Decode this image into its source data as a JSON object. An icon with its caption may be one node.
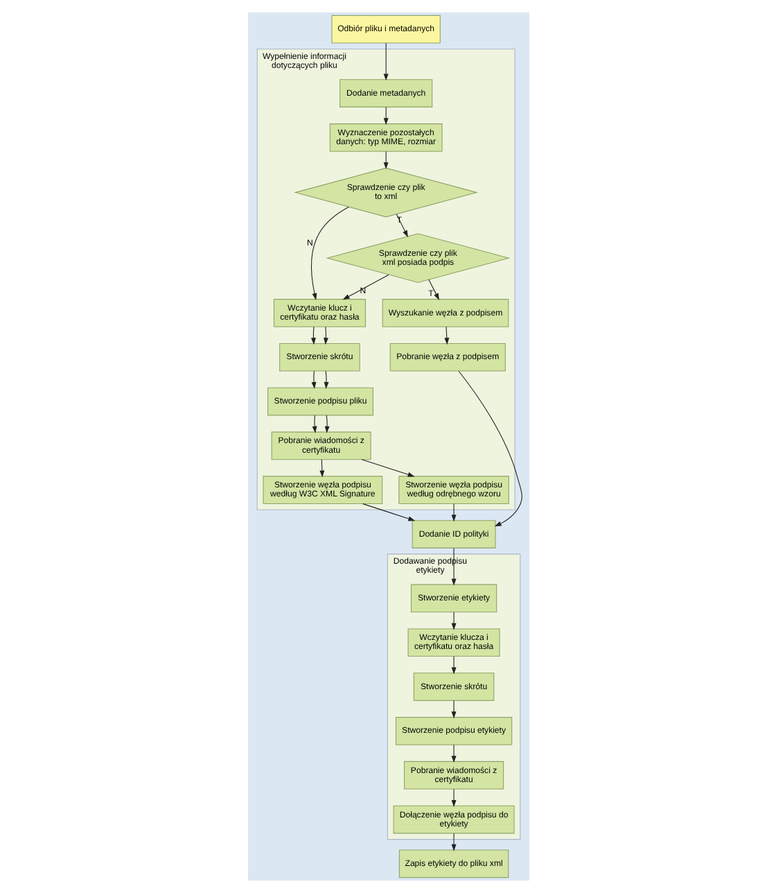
{
  "diagram": {
    "nodes": [
      {
        "text": [
          "Odbiór pliku i metadanych"
        ]
      },
      {
        "text": [
          "Wypełnienie informacji dotyczących pliku"
        ]
      },
      {
        "text": [
          "Dodanie metadanych"
        ],
        "in": 1
      },
      {
        "text": [
          "Wyznaczenie pozostałych danych: typ MIME, rozmiar"
        ],
        "in": 1
      },
      {
        "text": [
          "Sprawdzenie czy plik to xml"
        ],
        "in": 1
      },
      {
        "text": [
          "Sprawdzenie czy plik xml posiada podpis"
        ],
        "in": 1
      },
      {
        "text": [
          "Wyszukanie węzła z podpisem"
        ],
        "in": 1
      },
      {
        "text": [
          "Pobranie węzła z podpisem"
        ],
        "in": 1
      },
      {
        "text": [
          "Wczytanie klucz i certyfikatu oraz hasła"
        ],
        "in": 1
      },
      {
        "text": [
          "Stworzenie skrótu"
        ],
        "in": 1
      },
      {
        "text": [
          "Stworzenie podpisu pliku"
        ],
        "in": 1
      },
      {
        "text": [
          "Pobranie wiadomości z certyfikatu"
        ],
        "in": 1
      },
      {
        "text": [
          "Stworzenie węzła podpisu według W3C XML Signature"
        ],
        "in": 1
      },
      {
        "text": [
          "Stworzenie węzła podpisu według odrębnego wzoru"
        ],
        "in": 1
      },
      {
        "text": [
          "Dodanie ID polityki"
        ]
      },
      {
        "text": [
          "Dodawanie podpisu etykiety"
        ]
      },
      {
        "text": [
          "Stworzenie etykiety"
        ],
        "in": 15
      },
      {
        "text": [
          "Wczytanie klucza i certyfikatu oraz hasła"
        ],
        "in": 15
      },
      {
        "text": [
          "Stworzenie skrótu"
        ],
        "in": 15
      },
      {
        "text": [
          "Stworzenie podpisu etykiety"
        ],
        "in": 15
      },
      {
        "text": [
          "Pobranie wiadomości z certyfikatu"
        ],
        "in": 15
      },
      {
        "text": [
          "Dołączenie węzła podpisu do etykiety"
        ],
        "in": 15
      },
      {
        "text": [
          "Zapis etykiety do pliku xml"
        ]
      }
    ],
    "edges": [
      {
        "from": 0,
        "to": 2,
        "arrow": "to"
      },
      {
        "from": 2,
        "to": 3,
        "arrow": "to"
      },
      {
        "from": 3,
        "to": 4,
        "arrow": "to"
      },
      {
        "from": 4,
        "to": 5,
        "arrow": "to",
        "label": "T"
      },
      {
        "from": 4,
        "to": 8,
        "arrow": "to",
        "label": "N"
      },
      {
        "from": 5,
        "to": 6,
        "arrow": "to",
        "label": "T"
      },
      {
        "from": 5,
        "to": 8,
        "arrow": "to",
        "label": "N"
      },
      {
        "from": 6,
        "to": 7,
        "arrow": "to"
      },
      {
        "from": 8,
        "to": 9,
        "arrow": "to"
      },
      {
        "from": 8,
        "to": 9,
        "arrow": "to"
      },
      {
        "from": 9,
        "to": 10,
        "arrow": "to"
      },
      {
        "from": 9,
        "to": 10,
        "arrow": "to"
      },
      {
        "from": 10,
        "to": 11,
        "arrow": "to"
      },
      {
        "from": 10,
        "to": 11,
        "arrow": "to"
      },
      {
        "from": 11,
        "to": 12,
        "arrow": "to"
      },
      {
        "from": 11,
        "to": 13,
        "arrow": "to"
      },
      {
        "from": 7,
        "to": 14,
        "arrow": "to"
      },
      {
        "from": 12,
        "to": 14,
        "arrow": "to"
      },
      {
        "from": 13,
        "to": 14,
        "arrow": "to"
      },
      {
        "from": 14,
        "to": 16,
        "arrow": "to"
      },
      {
        "from": 16,
        "to": 17,
        "arrow": "to"
      },
      {
        "from": 17,
        "to": 18,
        "arrow": "to"
      },
      {
        "from": 18,
        "to": 19,
        "arrow": "to"
      },
      {
        "from": 19,
        "to": 20,
        "arrow": "to"
      },
      {
        "from": 20,
        "to": 21,
        "arrow": "to"
      },
      {
        "from": 21,
        "to": 22,
        "arrow": "to"
      }
    ]
  }
}
